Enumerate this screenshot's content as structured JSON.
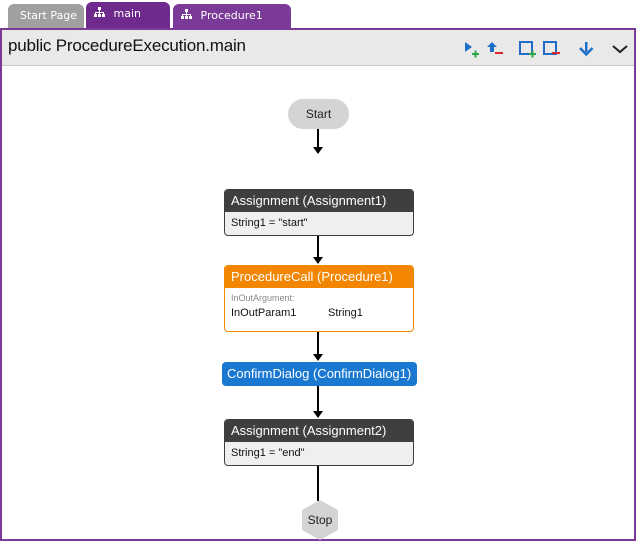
{
  "tabs": [
    {
      "label": "Start Page",
      "icon": "none"
    },
    {
      "label": "main",
      "icon": "hierarchy-icon",
      "active": true
    },
    {
      "label": "Procedure1",
      "icon": "hierarchy-icon"
    }
  ],
  "header": {
    "title": "public ProcedureExecution.main",
    "tools": [
      "add-node-icon",
      "remove-node-icon",
      "add-block-icon",
      "remove-block-icon",
      "arrow-down-icon",
      "chevron-down-icon"
    ]
  },
  "flow": {
    "start": "Start",
    "assignment1": {
      "title": "Assignment (Assignment1)",
      "body": "String1 = \"start\""
    },
    "procedure": {
      "title": "ProcedureCall (Procedure1)",
      "arg_label": "InOutArgument:",
      "param": "InOutParam1",
      "value": "String1"
    },
    "confirm": {
      "title": "ConfirmDialog (ConfirmDialog1)"
    },
    "assignment2": {
      "title": "Assignment (Assignment2)",
      "body": "String1 = \"end\""
    },
    "stop": "Stop"
  },
  "colors": {
    "accent_purple": "#7a3a96",
    "assignment_header": "#3f3f3f",
    "procedure_orange": "#f38600",
    "confirm_blue": "#1b78d0",
    "tool_blue": "#1d6fc7",
    "tool_green": "#2aa64a",
    "tool_red": "#d8262d"
  }
}
